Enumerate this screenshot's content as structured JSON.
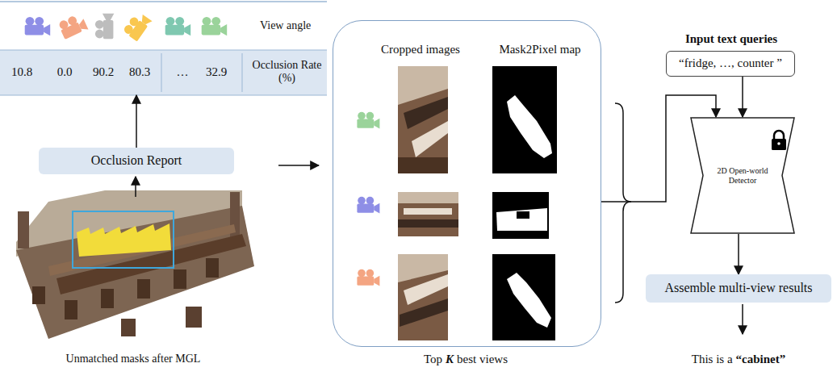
{
  "diagram": {
    "nodes": [
      {
        "text": [
          "10.8",
          "0.0",
          "90.2",
          "80.3",
          "…",
          "32.9",
          "Occlusion Rate (%)"
        ]
      },
      {
        "text": [
          "Occlusion Report"
        ]
      },
      {
        "text": [
          "Cropped images",
          "Mask2Pixel map"
        ]
      },
      {
        "text": [
          "Input text queries",
          "“fridge, …, counter ”"
        ]
      },
      {
        "text": [
          "2D Open-world Detector"
        ]
      },
      {
        "text": [
          "Assemble multi-view results"
        ]
      }
    ],
    "edges": [
      {
        "from": 1,
        "to": 0,
        "arrow": "to"
      },
      {
        "from": 2,
        "to": 4,
        "arrow": "to"
      },
      {
        "from": 3,
        "to": 4,
        "arrow": "to"
      },
      {
        "from": 4,
        "to": 5,
        "arrow": "to"
      }
    ],
    "labels": [
      "View angle",
      "Unmatched masks after MGL",
      "Top",
      "K",
      "best views",
      "This is a",
      "“cabinet”"
    ]
  }
}
